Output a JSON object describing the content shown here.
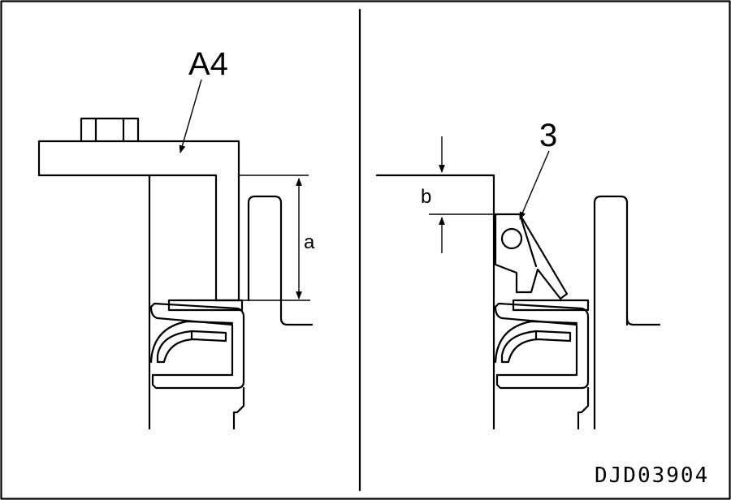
{
  "labels": {
    "part_a4": "A4",
    "dim_a": "a",
    "dim_b": "b",
    "part_3": "3",
    "drawing_code": "DJD03904"
  }
}
